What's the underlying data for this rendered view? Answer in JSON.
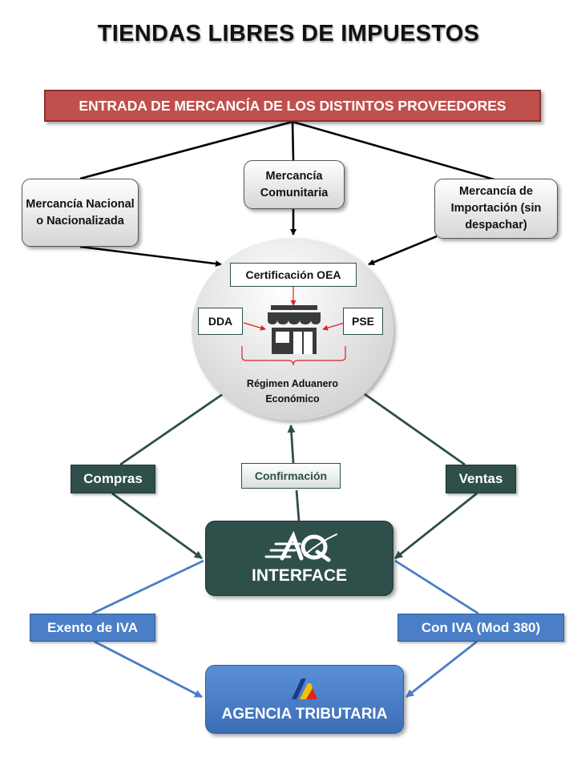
{
  "title": "TIENDAS LIBRES DE IMPUESTOS",
  "header": "ENTRADA DE MERCANCÍA DE LOS DISTINTOS PROVEEDORES",
  "sources": {
    "nacional": "Mercancía Nacional o Nacionalizada",
    "comunitaria": "Mercancía Comunitaria",
    "importacion": "Mercancía de Importación (sin despachar)"
  },
  "center": {
    "certification": "Certificación OEA",
    "left": "DDA",
    "right": "PSE",
    "regime": "Régimen Aduanero Económico",
    "store_icon": "store-icon"
  },
  "flows": {
    "compras": "Compras",
    "confirmacion": "Confirmación",
    "ventas": "Ventas"
  },
  "interface": {
    "label": "INTERFACE",
    "logo_icon": "aq-logo-icon"
  },
  "tax": {
    "exento": "Exento de IVA",
    "con_iva": "Con IVA (Mod 380)"
  },
  "agency": {
    "label": "AGENCIA TRIBUTARIA",
    "logo_icon": "agencia-tributaria-logo-icon"
  },
  "colors": {
    "header_red": "#c0504d",
    "dark_green": "#2f4f4a",
    "blue": "#4a7ec7",
    "arrow_red": "#e02020"
  }
}
